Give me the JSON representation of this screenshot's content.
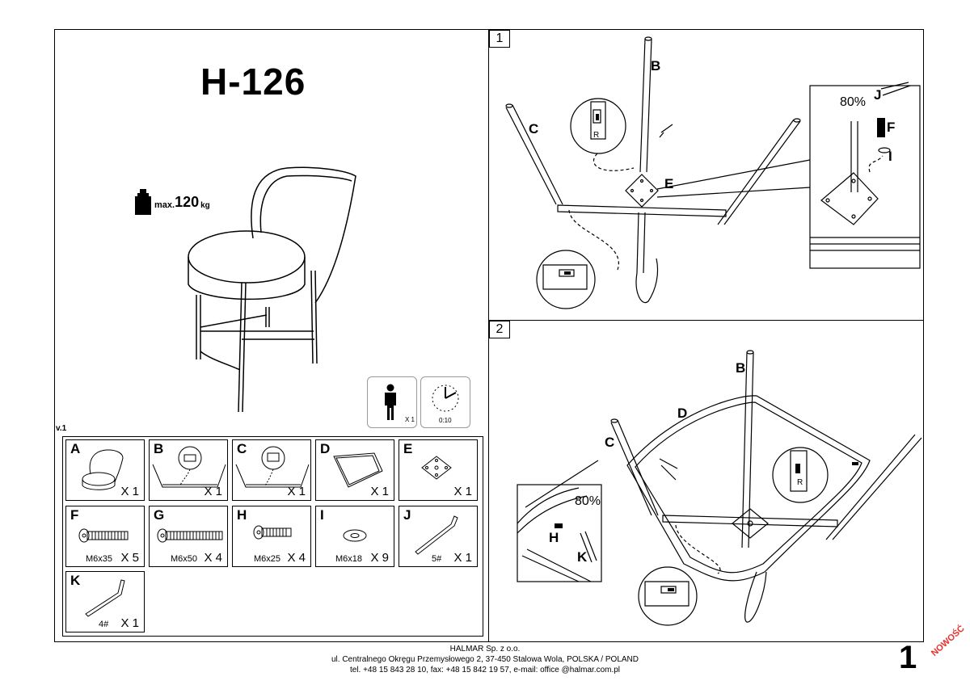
{
  "title": "H-126",
  "max_load": {
    "prefix": "max.",
    "value": "120",
    "unit": "kg"
  },
  "people": {
    "count": "X 1"
  },
  "time": {
    "value": "0:10"
  },
  "version": "v.1",
  "steps": [
    "1",
    "2"
  ],
  "parts": [
    {
      "letter": "A",
      "qty": "X 1",
      "size": ""
    },
    {
      "letter": "B",
      "qty": "X 1",
      "size": ""
    },
    {
      "letter": "C",
      "qty": "X 1",
      "size": ""
    },
    {
      "letter": "D",
      "qty": "X 1",
      "size": ""
    },
    {
      "letter": "E",
      "qty": "X 1",
      "size": ""
    },
    {
      "letter": "F",
      "qty": "X 5",
      "size": "M6x35"
    },
    {
      "letter": "G",
      "qty": "X 4",
      "size": "M6x50"
    },
    {
      "letter": "H",
      "qty": "X 4",
      "size": "M6x25"
    },
    {
      "letter": "I",
      "qty": "X 9",
      "size": "M6x18"
    },
    {
      "letter": "J",
      "qty": "X 1",
      "size": "5#"
    },
    {
      "letter": "K",
      "qty": "X 1",
      "size": "4#"
    }
  ],
  "step1": {
    "labels": [
      "B",
      "C",
      "E",
      "J",
      "F",
      "I"
    ],
    "percent": "80%",
    "mark": "R"
  },
  "step2": {
    "labels": [
      "B",
      "D",
      "C",
      "H",
      "K"
    ],
    "percent": "80%",
    "mark": "R"
  },
  "footer": {
    "company": "HALMAR Sp. z o.o.",
    "address": "ul. Centralnego Okręgu Przemysłowego 2, 37-450 Stalowa Wola, POLSKA / POLAND",
    "contact": "tel. +48 15 843 28 10, fax: +48 15 842 19 57, e-mail: office @halmar.com.pl"
  },
  "page_number": "1",
  "badge": "NOWOŚĆ"
}
